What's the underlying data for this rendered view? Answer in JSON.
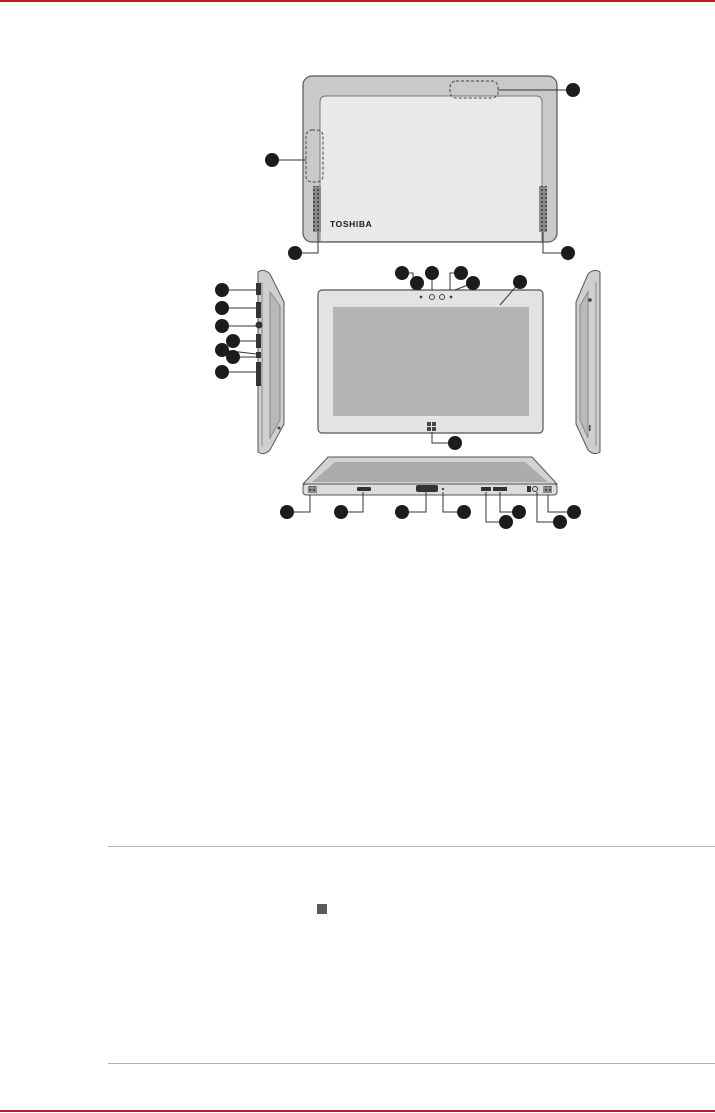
{
  "header": {
    "accent_color": "#b81c22"
  },
  "figure": {
    "back_view": {
      "brand_logo": "TOSHIBA"
    },
    "callout_count": 27,
    "callout_color": "#1c1c1c"
  },
  "body": {
    "bullet_marker": "square",
    "bullet_color": "#5a5a5a"
  }
}
